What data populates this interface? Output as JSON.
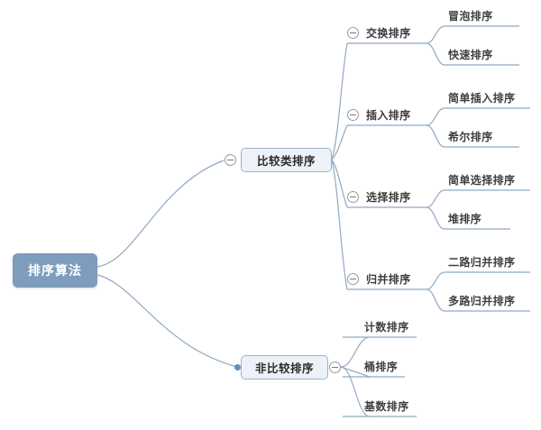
{
  "diagram": {
    "title": "排序算法",
    "type": "mindmap",
    "colors": {
      "root_fill": "#7e9cbb",
      "root_text": "#ffffff",
      "node_fill": "#edf2f8",
      "node_border": "#9db4ca",
      "line": "#8fa9c4",
      "text": "#3b3b3b",
      "background": "#ffffff"
    },
    "root": {
      "label": "排序算法",
      "collapse_icon": "none"
    },
    "branches": [
      {
        "label": "比较类排序",
        "collapse_icon": "minus-circle",
        "collapse_side": "left",
        "children": [
          {
            "label": "交换排序",
            "collapse_icon": "minus-circle",
            "children": [
              {
                "label": "冒泡排序"
              },
              {
                "label": "快速排序"
              }
            ]
          },
          {
            "label": "插入排序",
            "collapse_icon": "minus-circle",
            "children": [
              {
                "label": "简单插入排序"
              },
              {
                "label": "希尔排序"
              }
            ]
          },
          {
            "label": "选择排序",
            "collapse_icon": "minus-circle",
            "children": [
              {
                "label": "简单选择排序"
              },
              {
                "label": "堆排序"
              }
            ]
          },
          {
            "label": "归并排序",
            "collapse_icon": "minus-circle",
            "children": [
              {
                "label": "二路归并排序"
              },
              {
                "label": "多路归并排序"
              }
            ]
          }
        ]
      },
      {
        "label": "非比较排序",
        "collapse_icon": "minus-circle",
        "collapse_side": "right",
        "children": [
          {
            "label": "计数排序"
          },
          {
            "label": "桶排序"
          },
          {
            "label": "基数排序"
          }
        ]
      }
    ]
  }
}
